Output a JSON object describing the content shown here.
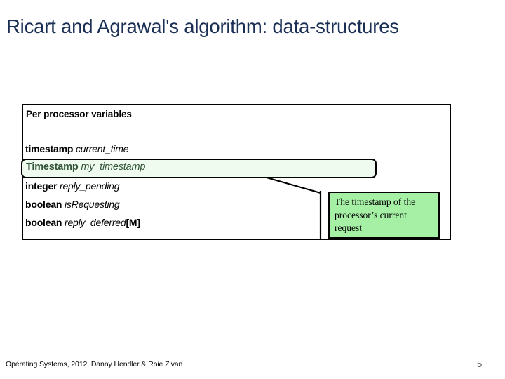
{
  "slide": {
    "title": "Ricart and Agrawal's algorithm: data-structures",
    "title_color": "#1b2f55"
  },
  "panel": {
    "heading": "Per processor variables",
    "border_color": "#000000",
    "variables": [
      {
        "type": "timestamp",
        "name": "current_time",
        "suffix": "",
        "highlighted": false
      },
      {
        "type": "Timestamp",
        "name": "my_timestamp",
        "suffix": "",
        "highlighted": true
      },
      {
        "type": "integer",
        "name": "reply_pending",
        "suffix": "",
        "highlighted": false
      },
      {
        "type": "boolean",
        "name": "isRequesting",
        "suffix": "",
        "highlighted": false
      },
      {
        "type": "boolean",
        "name": "reply_deferred",
        "suffix": "[M]",
        "highlighted": false
      }
    ],
    "highlight_fill": "#eefbee",
    "highlight_text_color": "#33553a"
  },
  "callout": {
    "text": "The timestamp of the processor’s current request",
    "fill": "#a6f0a6",
    "border_color": "#000000"
  },
  "footer": {
    "credit": "Operating Systems, 2012, Danny Hendler & Roie Zivan",
    "page_number": "5"
  }
}
